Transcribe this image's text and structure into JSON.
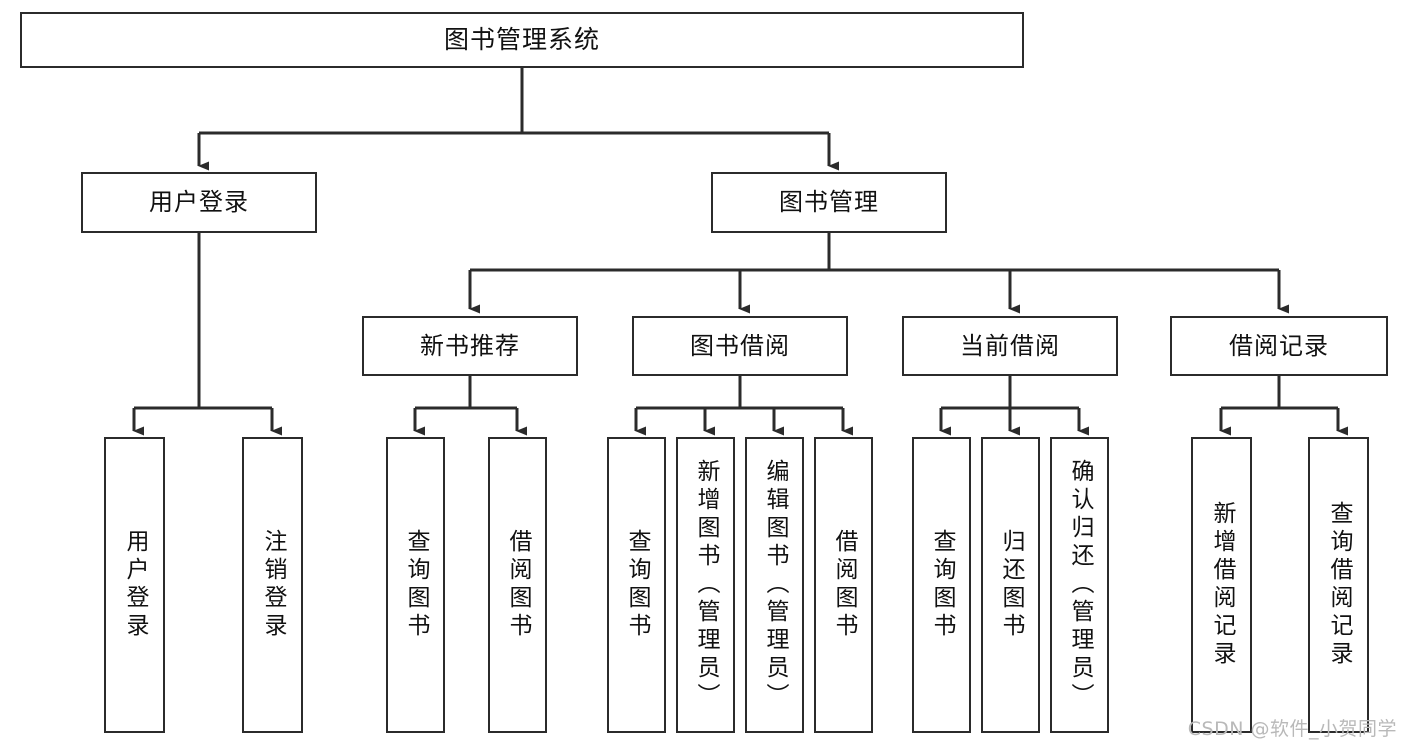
{
  "diagram": {
    "title": "图书管理系统",
    "type": "tree-hierarchy",
    "watermark": "CSDN @软件_小贺同学",
    "colors": {
      "box_border": "#2b2b2b",
      "box_fill": "#ffffff",
      "edge": "#2b2b2b",
      "text": "#111111",
      "watermark": "#b9b9b9"
    },
    "nodes": {
      "root": {
        "label": "图书管理系统"
      },
      "level1": [
        {
          "id": "user-login",
          "label": "用户登录"
        },
        {
          "id": "book-manage",
          "label": "图书管理"
        }
      ],
      "level2": [
        {
          "id": "new-book-rec",
          "label": "新书推荐"
        },
        {
          "id": "book-borrow",
          "label": "图书借阅"
        },
        {
          "id": "current-borrow",
          "label": "当前借阅"
        },
        {
          "id": "borrow-record",
          "label": "借阅记录"
        }
      ],
      "leaves": {
        "user-login": [
          {
            "id": "leaf-user-login",
            "label": "用户登录"
          },
          {
            "id": "leaf-logout",
            "label": "注销登录"
          }
        ],
        "new-book-rec": [
          {
            "id": "leaf-query-book-1",
            "label": "查询图书"
          },
          {
            "id": "leaf-borrow-book-1",
            "label": "借阅图书"
          }
        ],
        "book-borrow": [
          {
            "id": "leaf-query-book-2",
            "label": "查询图书"
          },
          {
            "id": "leaf-add-book",
            "label": "新增图书（管理员）"
          },
          {
            "id": "leaf-edit-book",
            "label": "编辑图书（管理员）"
          },
          {
            "id": "leaf-borrow-book-2",
            "label": "借阅图书"
          }
        ],
        "current-borrow": [
          {
            "id": "leaf-query-book-3",
            "label": "查询图书"
          },
          {
            "id": "leaf-return-book",
            "label": "归还图书"
          },
          {
            "id": "leaf-confirm-return",
            "label": "确认归还（管理员）"
          }
        ],
        "borrow-record": [
          {
            "id": "leaf-add-record",
            "label": "新增借阅记录"
          },
          {
            "id": "leaf-query-record",
            "label": "查询借阅记录"
          }
        ]
      }
    }
  }
}
